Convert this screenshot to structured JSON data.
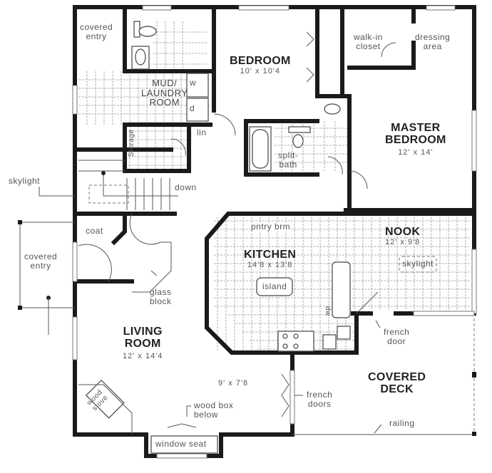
{
  "plan": {
    "rooms": {
      "bedroom": {
        "name": "BEDROOM",
        "dims": "10' x 10'4"
      },
      "master_bedroom": {
        "name_line1": "MASTER",
        "name_line2": "BEDROOM",
        "dims": "12' x 14'"
      },
      "kitchen": {
        "name": "KITCHEN",
        "dims": "14'8 x 13'8"
      },
      "nook": {
        "name": "NOOK",
        "dims": "12' x 9'8"
      },
      "living_room": {
        "name_line1": "LIVING",
        "name_line2": "ROOM",
        "dims": "12' x 14'4"
      },
      "dining": {
        "dims": "9' x 7'8"
      },
      "covered_deck": {
        "name_line1": "COVERED",
        "name_line2": "DECK"
      },
      "mud_laundry": {
        "line1": "MUD/",
        "line2": "LAUNDRY",
        "line3": "ROOM"
      }
    },
    "labels": {
      "covered_entry_top_1": "covered",
      "covered_entry_top_2": "entry",
      "covered_entry_left_1": "covered",
      "covered_entry_left_2": "entry",
      "walk_in_1": "walk-in",
      "walk_in_2": "closet",
      "dressing_1": "dressing",
      "dressing_2": "area",
      "split_bath_1": "split-",
      "split_bath_2": "bath",
      "lin": "lin",
      "storage": "Storage",
      "washer": "w",
      "dryer": "d",
      "skylight_left": "skylight",
      "down": "down",
      "coat": "coat",
      "glass_block_1": "glass",
      "glass_block_2": "block",
      "pantry_brm": "pntry brm",
      "island": "island",
      "skylight_nook": "skylight",
      "dw": "dw",
      "french_door": "french",
      "french_door_2": "door",
      "french_doors": "french",
      "french_doors_2": "doors",
      "wood_stove_1": "wood",
      "wood_stove_2": "stove",
      "wood_box_1": "wood box",
      "wood_box_2": "below",
      "window_seat": "window seat",
      "railing": "railing"
    }
  }
}
